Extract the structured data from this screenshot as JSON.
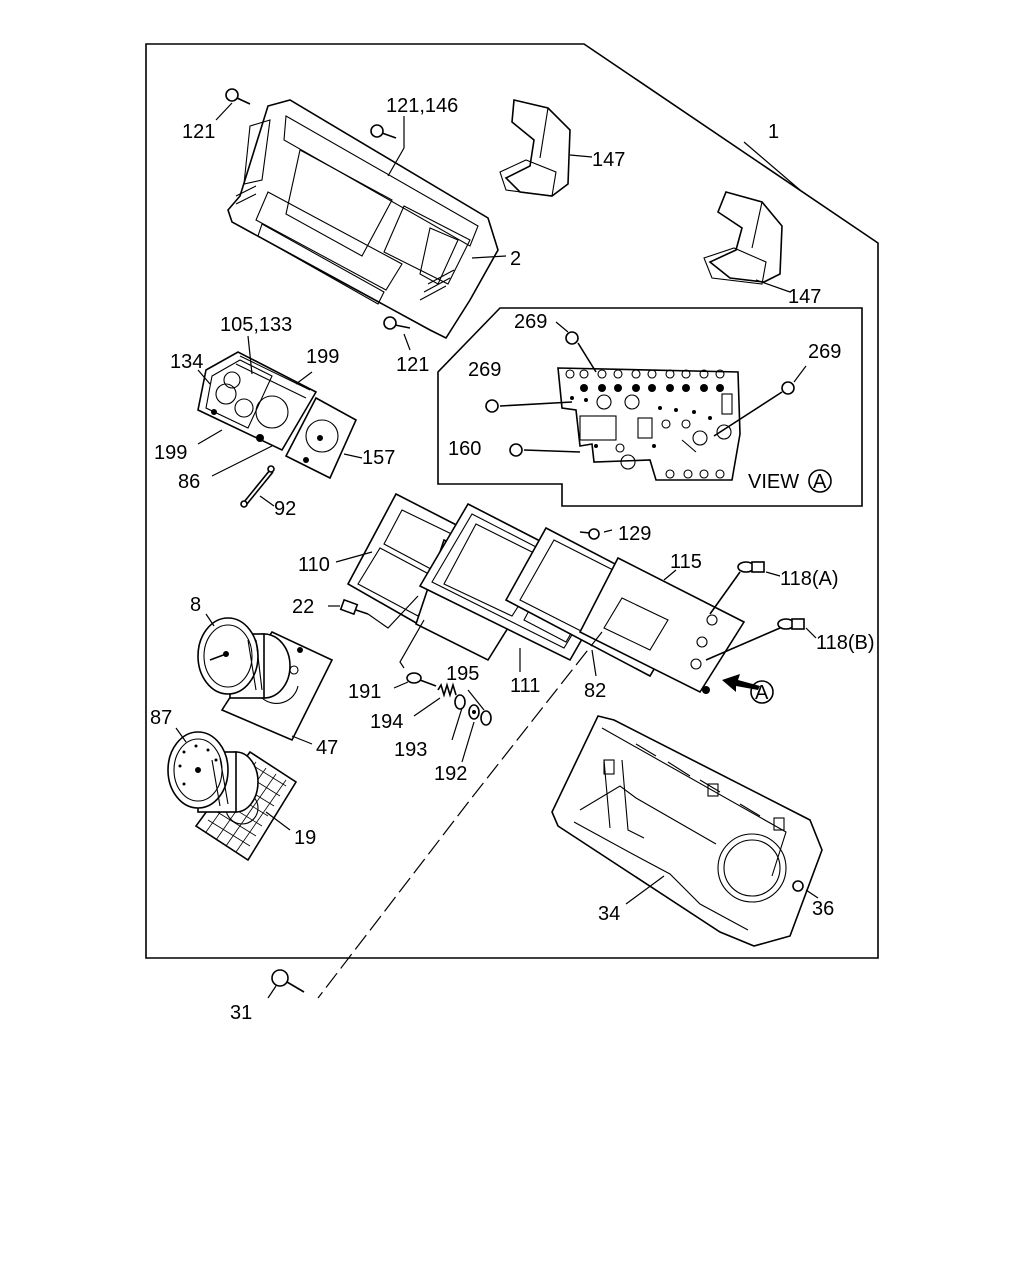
{
  "labels": {
    "p121_a": "121",
    "p121_146": "121,146",
    "p147_a": "147",
    "p1": "1",
    "p147_b": "147",
    "p2": "2",
    "p121_b": "121",
    "p105_133": "105,133",
    "p134": "134",
    "p199_a": "199",
    "p199_b": "199",
    "p86": "86",
    "p157": "157",
    "p92": "92",
    "p269_a": "269",
    "p269_b": "269",
    "p269_c": "269",
    "p160": "160",
    "view_a": "VIEW",
    "view_a_mark": "A",
    "p129": "129",
    "p110": "110",
    "p115": "115",
    "p118a": "118(A)",
    "p118b": "118(B)",
    "p22": "22",
    "p8": "8",
    "p195": "195",
    "p191": "191",
    "p194": "194",
    "p193": "193",
    "p192": "192",
    "p111": "111",
    "p82": "82",
    "arrow_a": "A",
    "p87": "87",
    "p47": "47",
    "p19": "19",
    "p34": "34",
    "p36": "36",
    "p31": "31"
  }
}
